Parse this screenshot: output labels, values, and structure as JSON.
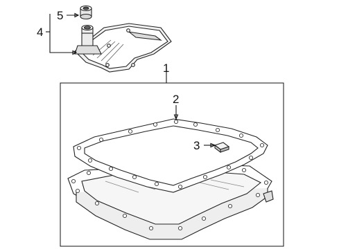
{
  "diagram": {
    "callouts": [
      {
        "id": "1",
        "label": "1"
      },
      {
        "id": "2",
        "label": "2"
      },
      {
        "id": "3",
        "label": "3"
      },
      {
        "id": "4",
        "label": "4"
      },
      {
        "id": "5",
        "label": "5"
      }
    ],
    "colors": {
      "line": "#111111",
      "part_fill": "#ffffff",
      "shade": "#e6e6e6",
      "shade_dark": "#cfcfcf"
    }
  }
}
